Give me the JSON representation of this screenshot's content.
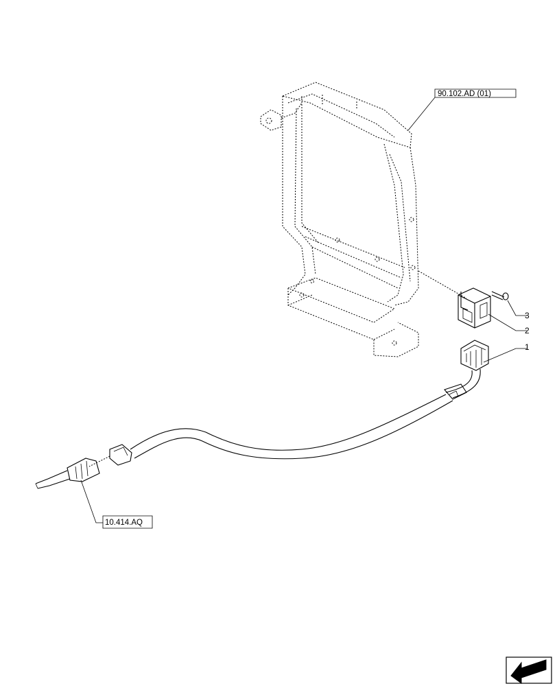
{
  "references": {
    "frame_ref": "90.102.AD (01)",
    "harness_end_ref": "10.414.AQ"
  },
  "callouts": [
    {
      "number": "1",
      "part": "wiring-harness"
    },
    {
      "number": "2",
      "part": "relay"
    },
    {
      "number": "3",
      "part": "screw"
    }
  ],
  "navigation": {
    "arrow_icon": "return-arrow-icon"
  }
}
